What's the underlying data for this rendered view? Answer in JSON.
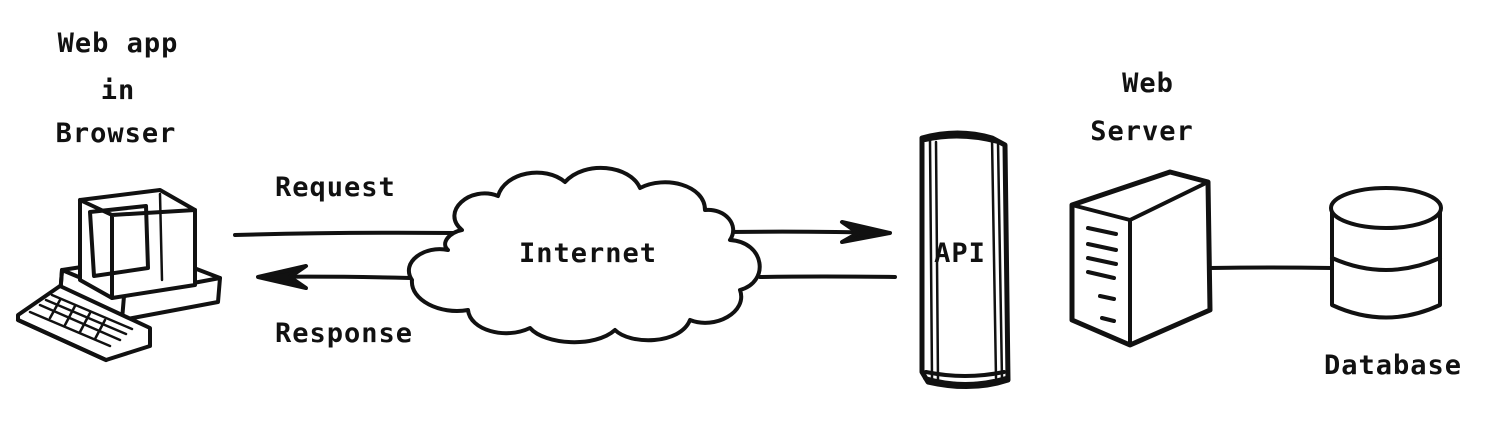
{
  "labels": {
    "browser_line1": "Web app",
    "browser_line2": "in",
    "browser_line3": "Browser",
    "request": "Request",
    "response": "Response",
    "internet": "Internet",
    "api": "API",
    "server_line1": "Web",
    "server_line2": "Server",
    "database": "Database"
  },
  "icons": {
    "browser": "computer-icon",
    "network": "cloud-icon",
    "api": "api-pillar-icon",
    "server": "server-tower-icon",
    "database": "database-cylinder-icon"
  },
  "colors": {
    "ink": "#111111",
    "background": "#ffffff"
  }
}
